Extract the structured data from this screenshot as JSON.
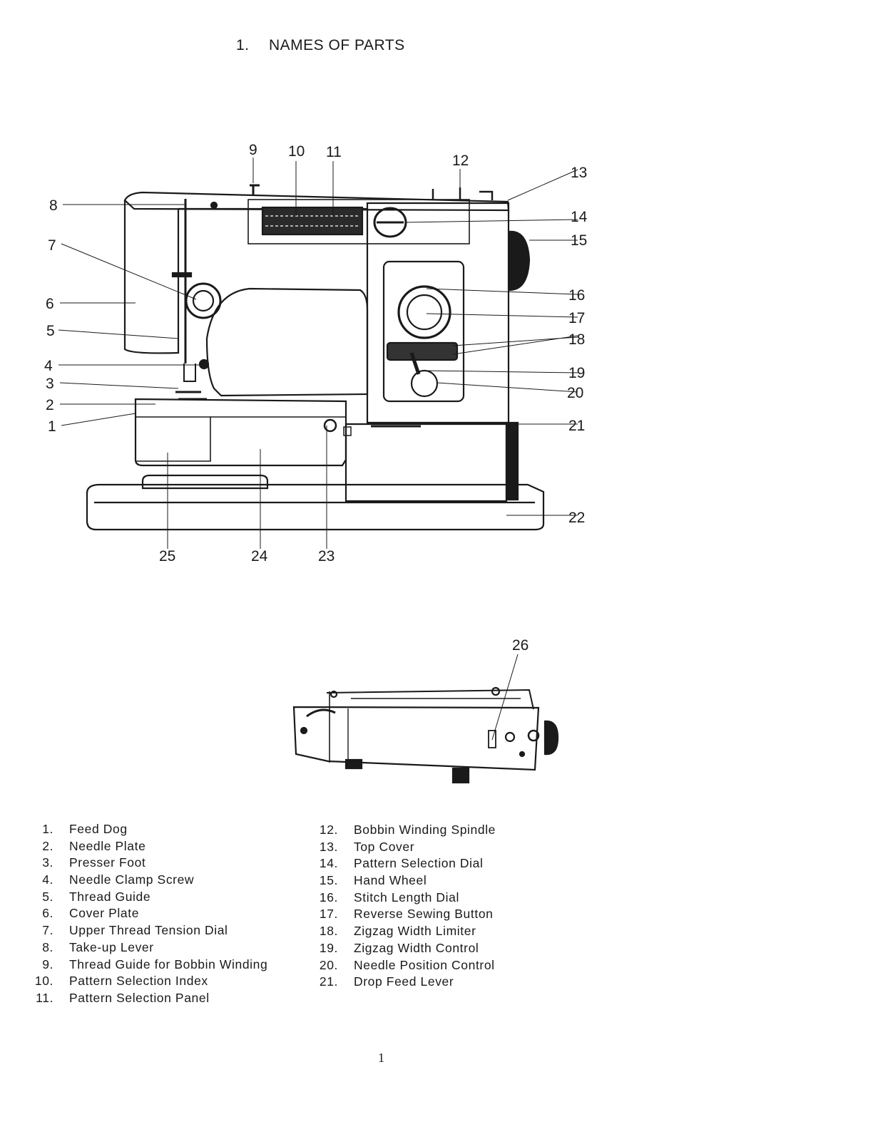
{
  "heading": {
    "number": "1.",
    "title": "NAMES OF PARTS"
  },
  "figure_front": {
    "callouts": [
      "1",
      "2",
      "3",
      "4",
      "5",
      "6",
      "7",
      "8",
      "9",
      "10",
      "11",
      "12",
      "13",
      "14",
      "15",
      "16",
      "17",
      "18",
      "19",
      "20",
      "21",
      "22",
      "23",
      "24",
      "25"
    ]
  },
  "figure_side": {
    "callouts": [
      "26"
    ]
  },
  "legend_left": [
    {
      "num": "1.",
      "label": "Feed Dog"
    },
    {
      "num": "2.",
      "label": "Needle Plate"
    },
    {
      "num": "3.",
      "label": "Presser Foot"
    },
    {
      "num": "4.",
      "label": "Needle Clamp Screw"
    },
    {
      "num": "5.",
      "label": "Thread Guide"
    },
    {
      "num": "6.",
      "label": "Cover Plate"
    },
    {
      "num": "7.",
      "label": "Upper Thread Tension Dial"
    },
    {
      "num": "8.",
      "label": "Take-up Lever"
    },
    {
      "num": "9.",
      "label": "Thread Guide for Bobbin Winding"
    },
    {
      "num": "10.",
      "label": "Pattern Selection Index"
    },
    {
      "num": "11.",
      "label": "Pattern Selection Panel"
    }
  ],
  "legend_right": [
    {
      "num": "12.",
      "label": "Bobbin Winding Spindle"
    },
    {
      "num": "13.",
      "label": "Top Cover"
    },
    {
      "num": "14.",
      "label": "Pattern Selection Dial"
    },
    {
      "num": "15.",
      "label": "Hand Wheel"
    },
    {
      "num": "16.",
      "label": "Stitch Length Dial"
    },
    {
      "num": "17.",
      "label": "Reverse Sewing Button"
    },
    {
      "num": "18.",
      "label": "Zigzag Width Limiter"
    },
    {
      "num": "19.",
      "label": "Zigzag Width Control"
    },
    {
      "num": "20.",
      "label": "Needle Position Control"
    },
    {
      "num": "21.",
      "label": "Drop Feed Lever"
    }
  ],
  "page_number": "1"
}
